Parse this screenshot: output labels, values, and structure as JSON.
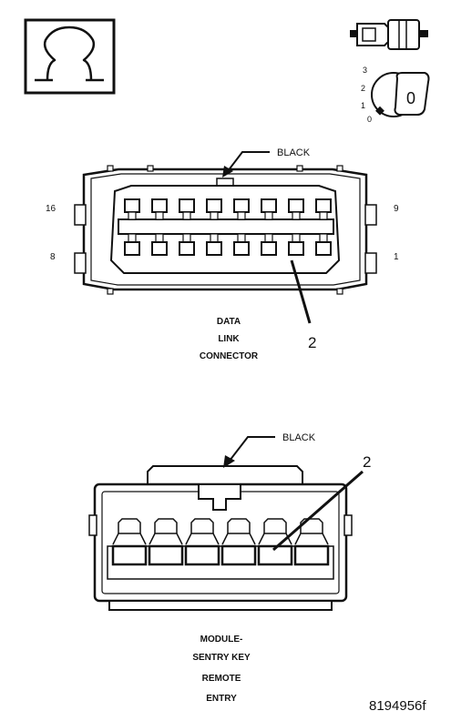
{
  "icons": {
    "ohmmeter": "ohm-symbol-icon",
    "ignition_key": "ignition-key-icon",
    "connector_plug": "connector-plug-icon"
  },
  "ignition_positions": [
    "3",
    "2",
    "1",
    "0"
  ],
  "ignition_key_label": "0",
  "dlc": {
    "color_label": "BLACK",
    "pin_16": "16",
    "pin_9": "9",
    "pin_8": "8",
    "pin_1": "1",
    "callout": "2",
    "name_lines": [
      "DATA",
      "LINK",
      "CONNECTOR"
    ]
  },
  "module_connector": {
    "color_label": "BLACK",
    "callout": "2",
    "name_lines": [
      "MODULE-",
      "SENTRY KEY",
      "REMOTE",
      "ENTRY"
    ]
  },
  "figure_id": "8194956f",
  "colors": {
    "ink": "#111111",
    "background": "#ffffff"
  }
}
